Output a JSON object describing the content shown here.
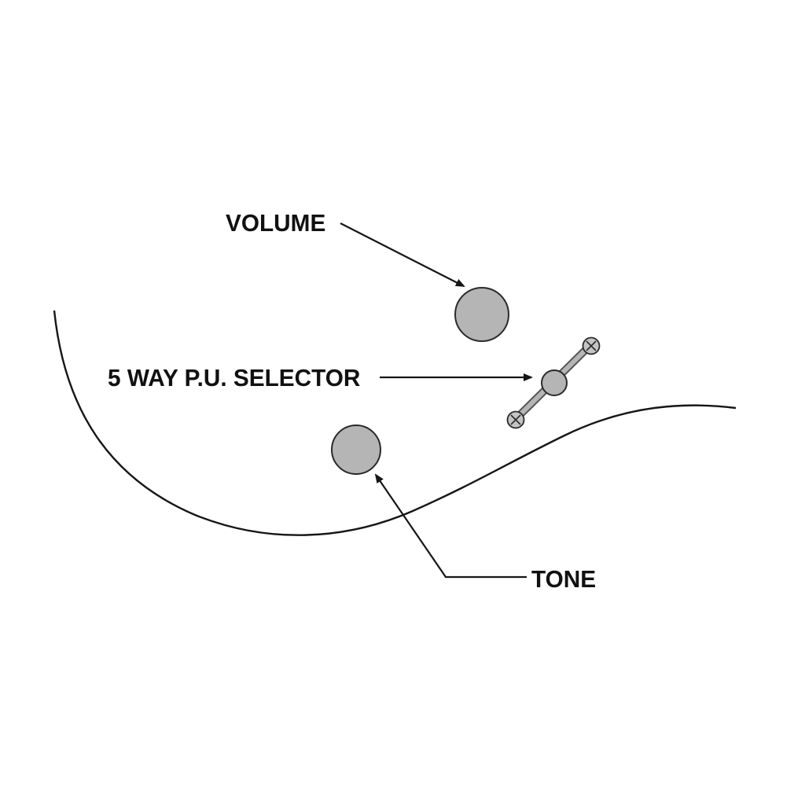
{
  "diagram": {
    "labels": {
      "volume": "VOLUME",
      "selector": "5 WAY P.U. SELECTOR",
      "tone": "TONE"
    },
    "components": {
      "volume_knob": "volume-knob",
      "tone_knob": "tone-knob",
      "selector_switch": "5-way-pickup-selector-switch"
    },
    "colors": {
      "background": "#ffffff",
      "line": "#161616",
      "knob_fill": "#b5b5b5",
      "knob_stroke": "#2a2a2a",
      "screw_fill": "#c4c4c4",
      "selector_bar": "#a9a9a9"
    }
  }
}
